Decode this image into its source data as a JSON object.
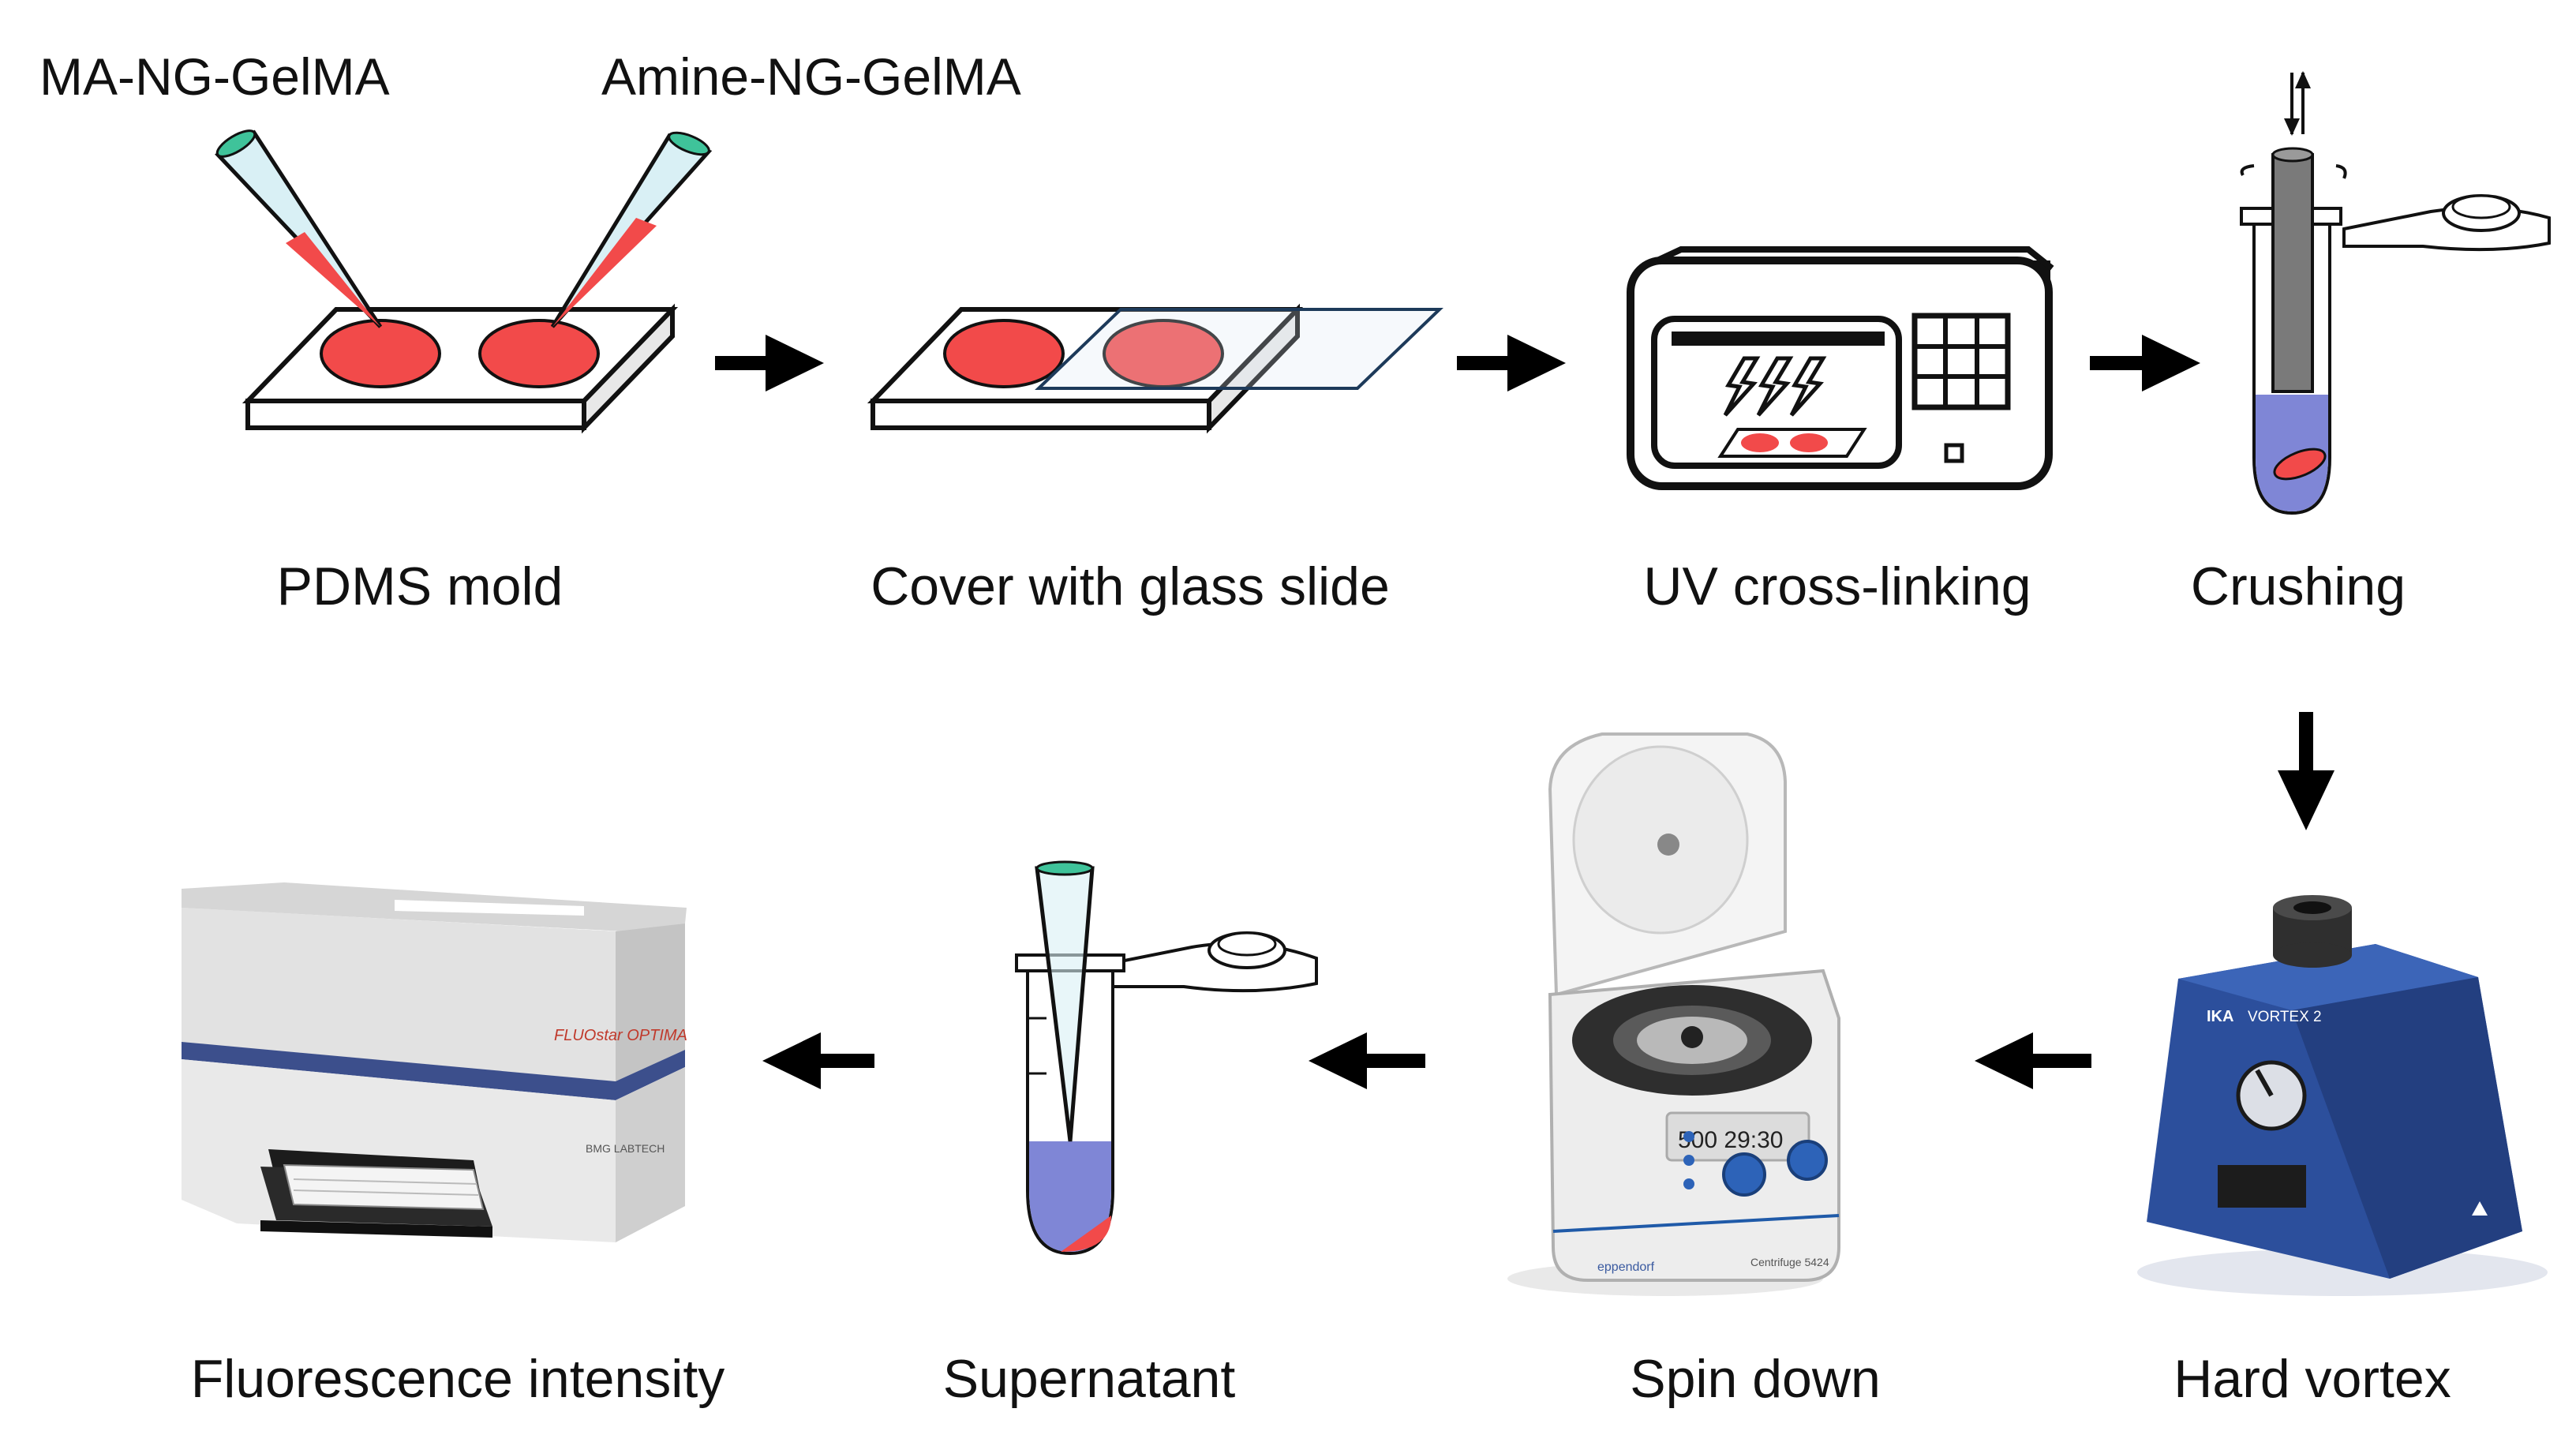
{
  "reagents": {
    "left": "MA-NG-GelMA",
    "right": "Amine-NG-GelMA"
  },
  "steps": [
    {
      "id": "pdms-mold",
      "label": "PDMS mold"
    },
    {
      "id": "cover-glass",
      "label": "Cover with glass slide"
    },
    {
      "id": "uv-crosslinking",
      "label": "UV cross-linking"
    },
    {
      "id": "crushing",
      "label": "Crushing"
    },
    {
      "id": "hard-vortex",
      "label": "Hard vortex"
    },
    {
      "id": "spin-down",
      "label": "Spin down"
    },
    {
      "id": "supernatant",
      "label": "Supernatant"
    },
    {
      "id": "fluorescence",
      "label": "Fluorescence intensity"
    }
  ],
  "devices": {
    "vortex_brand": "IKA",
    "vortex_model": "VORTEX 2",
    "centrifuge_display": "500 29:30",
    "centrifuge_brand": "eppendorf",
    "centrifuge_model": "Centrifuge 5424",
    "reader_name": "FLUOstar OPTIMA",
    "reader_brand": "BMG LABTECH"
  },
  "colors": {
    "gel": "#f24a4a",
    "liquid": "#7f86d6",
    "tip_fill": "#d9f0f5",
    "vortex_body": "#2c4f9c",
    "arrow": "#111111"
  }
}
